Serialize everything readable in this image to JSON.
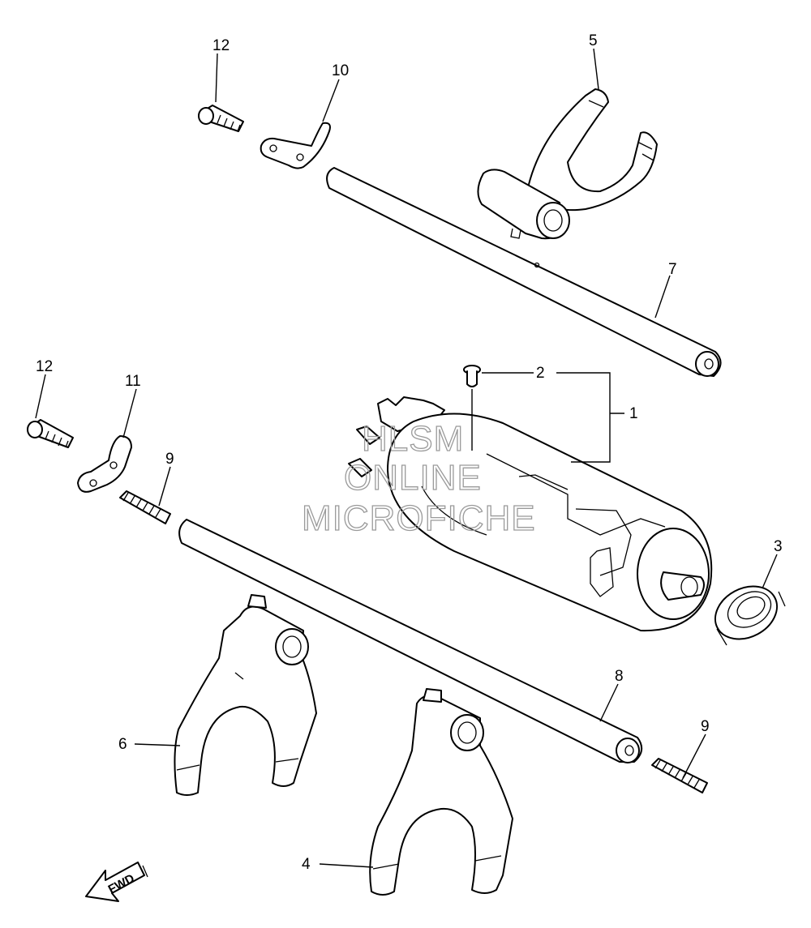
{
  "callouts": [
    {
      "id": "c12a",
      "text": "12"
    },
    {
      "id": "c10",
      "text": "10"
    },
    {
      "id": "c5",
      "text": "5"
    },
    {
      "id": "c7",
      "text": "7"
    },
    {
      "id": "c12b",
      "text": "12"
    },
    {
      "id": "c11",
      "text": "11"
    },
    {
      "id": "c9a",
      "text": "9"
    },
    {
      "id": "c2",
      "text": "2"
    },
    {
      "id": "c1",
      "text": "1"
    },
    {
      "id": "c3",
      "text": "3"
    },
    {
      "id": "c8",
      "text": "8"
    },
    {
      "id": "c9b",
      "text": "9"
    },
    {
      "id": "c6",
      "text": "6"
    },
    {
      "id": "c4",
      "text": "4"
    }
  ],
  "watermark": {
    "line1": "HLSM",
    "line2": "ONLINE",
    "line3": "MICROFICHE"
  },
  "direction_arrow": {
    "label": "FWD",
    "icon": "fwd-arrow-icon"
  },
  "colors": {
    "line": "#000000",
    "background": "#ffffff",
    "watermark": "#9a9a9a"
  }
}
